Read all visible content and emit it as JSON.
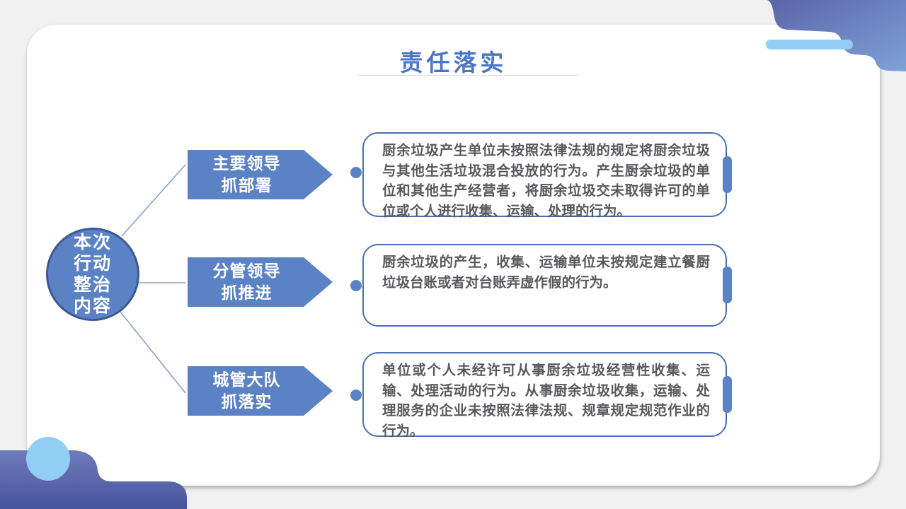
{
  "slide": {
    "title": "责任落实",
    "center_node": {
      "label": "本次行动整治内容",
      "lines": [
        "本次",
        "行动",
        "整治",
        "内容"
      ]
    },
    "branches": [
      {
        "arrow_line1": "主要领导",
        "arrow_line2": "抓部署",
        "text": "厨余垃圾产生单位未按照法律法规的规定将厨余垃圾与其他生活垃圾混合投放的行为。产生厨余垃圾的单位和其他生产经营者，将厨余垃圾交未取得许可的单位或个人进行收集、运输、处理的行为。"
      },
      {
        "arrow_line1": "分管领导",
        "arrow_line2": "抓推进",
        "text": "厨余垃圾的产生，收集、运输单位未按规定建立餐厨垃圾台账或者对台账弄虚作假的行为。"
      },
      {
        "arrow_line1": "城管大队",
        "arrow_line2": "抓落实",
        "text": "单位或个人未经许可从事厨余垃圾经营性收集、运输、处理活动的行为。从事厨余垃圾收集，运输、处理服务的企业未按照法律法规、规章规定规范作业的行为。"
      }
    ],
    "colors": {
      "accent_blue": "#5b82c4",
      "node_border": "#3e5795",
      "box_border": "#4a6fb5",
      "light_blue": "#92cdf3",
      "title_blue": "#4a77c4",
      "body_text": "#58595b",
      "connector": "#8aa0cc",
      "deco_gradient_start": "#5a64a6",
      "deco_gradient_end": "#7fa2d8",
      "deco_bottom_dark": "#47549e"
    }
  }
}
